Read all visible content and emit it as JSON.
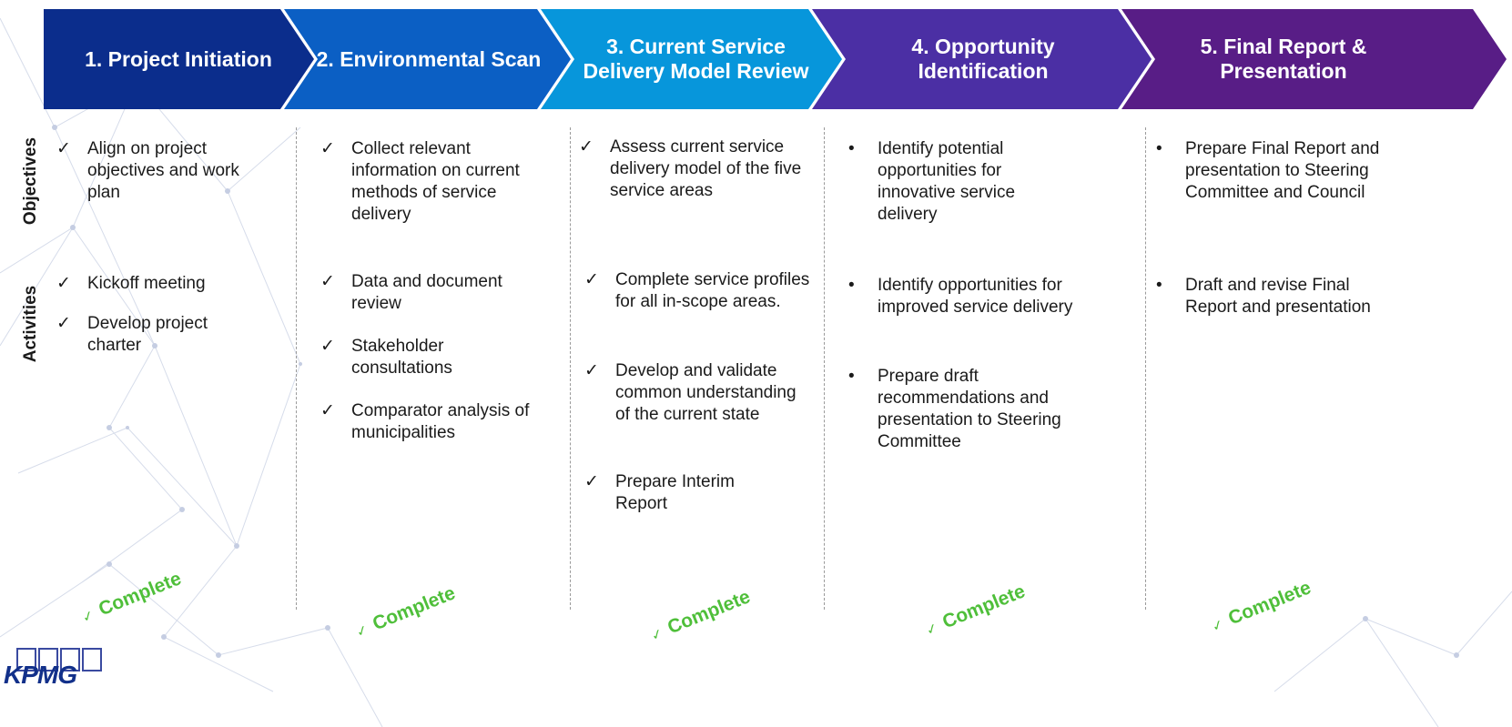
{
  "phases": [
    {
      "label": "1. Project Initiation",
      "color": "#0b2d8c"
    },
    {
      "label": "2. Environmental Scan",
      "color": "#0b5fc4"
    },
    {
      "label": "3. Current Service Delivery Model Review",
      "color": "#0796db"
    },
    {
      "label": "4. Opportunity Identification",
      "color": "#4b2fa4"
    },
    {
      "label": "5. Final Report & Presentation",
      "color": "#581d86"
    }
  ],
  "rows": {
    "objectives": "Objectives",
    "activities": "Activities"
  },
  "columns": [
    {
      "objectives": [
        {
          "mark": "✓",
          "text": "Align on project objectives and work plan"
        }
      ],
      "activities": [
        {
          "mark": "✓",
          "text": "Kickoff meeting"
        },
        {
          "mark": "✓",
          "text": "Develop project charter"
        }
      ],
      "status": "Complete"
    },
    {
      "objectives": [
        {
          "mark": "✓",
          "text": "Collect relevant information on current methods of service delivery"
        }
      ],
      "activities": [
        {
          "mark": "✓",
          "text": "Data and document review"
        },
        {
          "mark": "✓",
          "text": "Stakeholder consultations"
        },
        {
          "mark": "✓",
          "text": "Comparator analysis of municipalities"
        }
      ],
      "status": "Complete"
    },
    {
      "objectives": [
        {
          "mark": "✓",
          "text": "Assess current service delivery model of the five service areas"
        }
      ],
      "activities": [
        {
          "mark": "✓",
          "text": "Complete service profiles for all in-scope areas."
        },
        {
          "mark": "✓",
          "text": "Develop and validate common understanding of the current state"
        },
        {
          "mark": "✓",
          "text": "Prepare Interim Report"
        }
      ],
      "status": "Complete"
    },
    {
      "objectives": [
        {
          "mark": "•",
          "text": "Identify potential opportunities for innovative service delivery"
        }
      ],
      "activities": [
        {
          "mark": "•",
          "text": "Identify opportunities for improved service delivery"
        },
        {
          "mark": "•",
          "text": "Prepare draft recommendations and presentation to Steering Committee"
        }
      ],
      "status": "Complete"
    },
    {
      "objectives": [
        {
          "mark": "•",
          "text": "Prepare Final Report and presentation to Steering Committee and Council"
        }
      ],
      "activities": [
        {
          "mark": "•",
          "text": "Draft and revise Final Report and presentation"
        }
      ],
      "status": "Complete"
    }
  ],
  "status_mark": "✓",
  "logo": "KPMG"
}
